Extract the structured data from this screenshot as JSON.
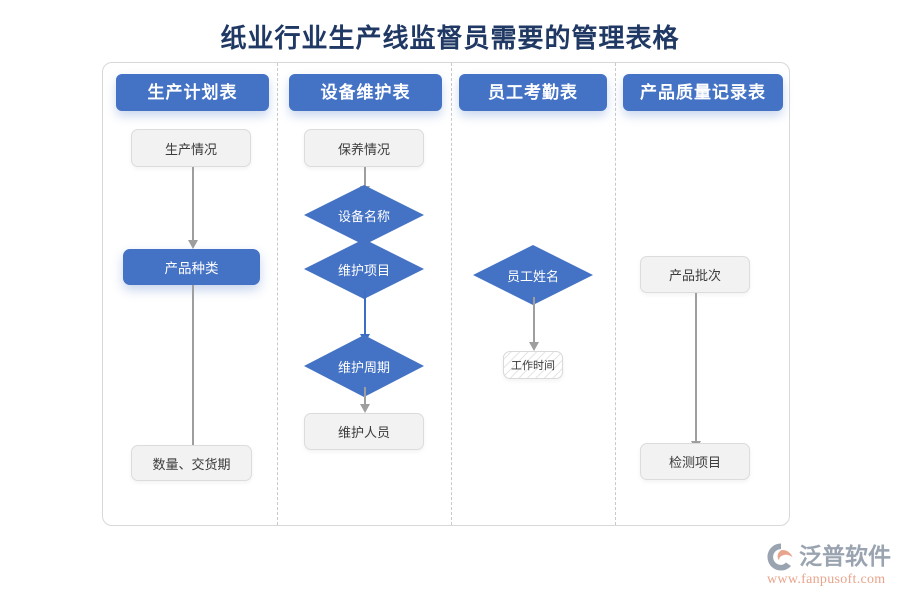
{
  "page_title": "纸业行业生产线监督员需要的管理表格",
  "theme": {
    "accent_blue": "#4472c4",
    "title_color": "#1f3864",
    "node_gray": "#f2f2f2",
    "connector_gray": "#9e9e9e",
    "brand_gray": "#9aa3b0",
    "brand_orange": "#e8a48c"
  },
  "columns": [
    {
      "header": "生产计划表",
      "nodes": [
        {
          "label": "生产情况",
          "style": "gray-box"
        },
        {
          "label": "产品种类",
          "style": "blue-box"
        },
        {
          "label": "数量、交货期",
          "style": "gray-box"
        }
      ]
    },
    {
      "header": "设备维护表",
      "nodes": [
        {
          "label": "保养情况",
          "style": "gray-box"
        },
        {
          "label": "设备名称",
          "style": "blue-diamond"
        },
        {
          "label": "维护项目",
          "style": "blue-diamond"
        },
        {
          "label": "维护周期",
          "style": "blue-diamond"
        },
        {
          "label": "维护人员",
          "style": "gray-box"
        }
      ]
    },
    {
      "header": "员工考勤表",
      "nodes": [
        {
          "label": "员工姓名",
          "style": "blue-diamond"
        },
        {
          "label": "工作时间",
          "style": "hatched-box"
        }
      ]
    },
    {
      "header": "产品质量记录表",
      "nodes": [
        {
          "label": "产品批次",
          "style": "gray-box"
        },
        {
          "label": "检测项目",
          "style": "gray-box"
        }
      ]
    }
  ],
  "brand": {
    "name": "泛普软件",
    "url": "www.fanpusoft.com",
    "logo_icon": "fanpu-swoosh-logo"
  }
}
